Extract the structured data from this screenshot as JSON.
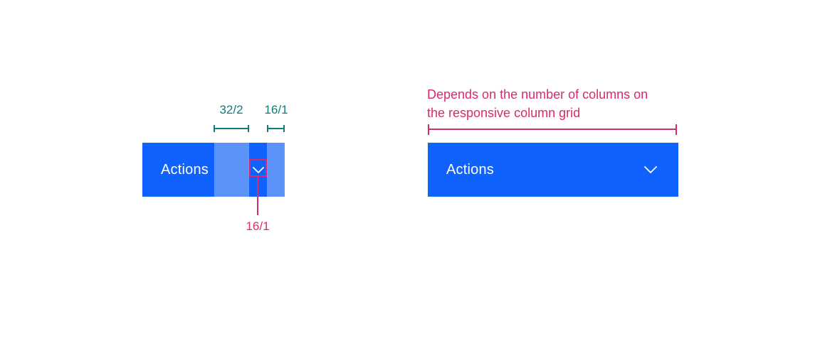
{
  "colors": {
    "button_blue": "#0f62fe",
    "spacing_overlay_blue": "#5b93f8",
    "measure_teal": "#0e7d79",
    "grid_dash_cyan": "#21c8c6",
    "annotation_magenta": "#d62b6f",
    "button_text_white": "#ffffff"
  },
  "left_spec": {
    "padding_ruler_label": "32/2",
    "margin_ruler_label": "16/1",
    "button_label": "Actions",
    "icon_size_label": "16/1",
    "chevron_icon": "chevron-down-icon"
  },
  "right_spec": {
    "annotation_line1": "Depends on the number of columns on",
    "annotation_line2": "the responsive column grid",
    "button_label": "Actions",
    "chevron_icon": "chevron-down-icon"
  }
}
